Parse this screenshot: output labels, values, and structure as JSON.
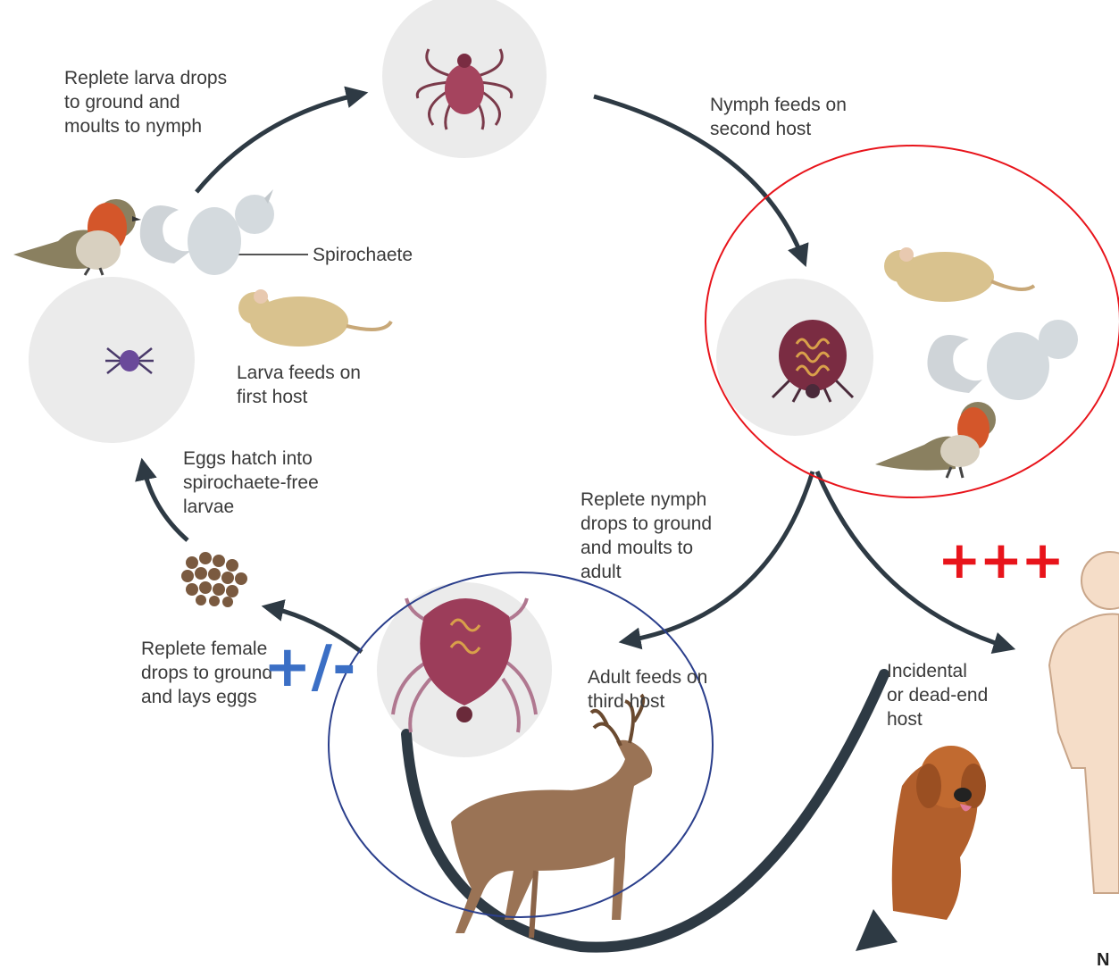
{
  "labels": {
    "larva_drops": "Replete larva drops\nto ground and\nmoults to nymph",
    "nymph_feeds": "Nymph feeds on\nsecond host",
    "spirochaete": "Spirochaete",
    "larva_feeds": "Larva feeds on\nfirst host",
    "eggs_hatch": "Eggs hatch into\nspirochaete-free\nlarvae",
    "nymph_drops": "Replete nymph\ndrops to ground\nand moults to\nadult",
    "female_drops": "Replete female\ndrops to ground\nand lays eggs",
    "adult_feeds": "Adult feeds on\nthird host",
    "incidental": "Incidental\nor dead-end\nhost",
    "corner_letter": "N"
  },
  "annotations": {
    "high_risk": "+++",
    "variable_risk": "+/-"
  },
  "icons": [
    "nymph-tick-icon",
    "larva-tick-icon",
    "engorged-nymph-icon",
    "adult-tick-icon",
    "eggs-icon",
    "robin-icon",
    "squirrel-icon",
    "mouse-icon",
    "deer-icon",
    "dog-icon",
    "human-icon"
  ],
  "colors": {
    "arrow": "#2e3a44",
    "highlight_red": "#e8141b",
    "highlight_blue": "#2b3f8c",
    "annotation_blue": "#3b6fc5",
    "stage_circle": "#ebebeb",
    "tick_body": "#9c3d5a"
  }
}
